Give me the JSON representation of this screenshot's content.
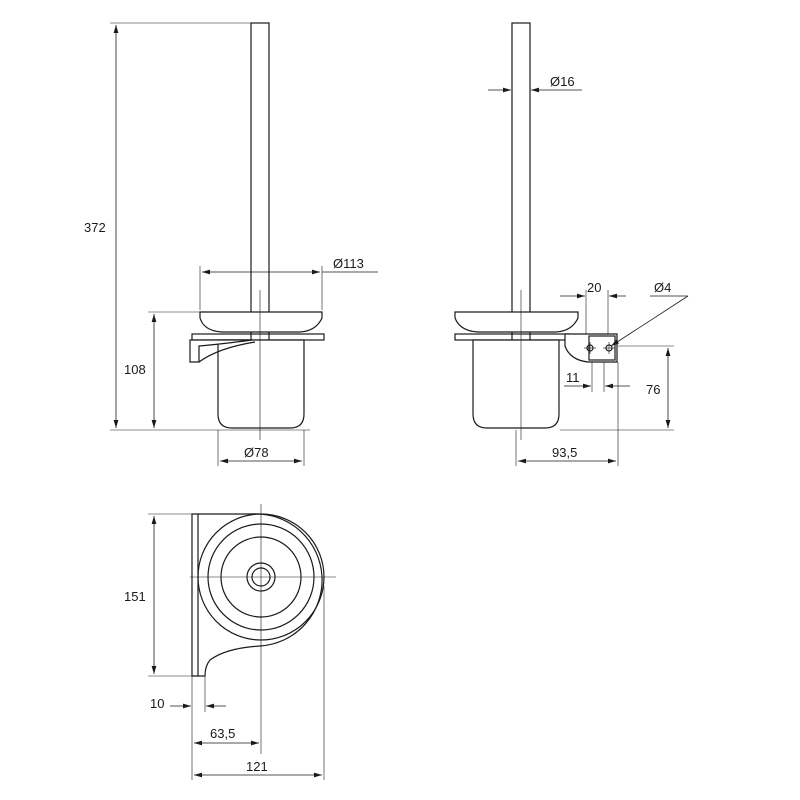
{
  "dimensions": {
    "total_height": "372",
    "holder_height": "108",
    "lid_diameter": "Ø113",
    "cup_diameter": "Ø78",
    "handle_diameter": "Ø16",
    "bracket_width": "20",
    "screw_hole": "Ø4",
    "wall_offset": "11",
    "mount_height": "76",
    "projection": "93,5",
    "base_depth": "151",
    "plate_thickness": "10",
    "center_distance": "63,5",
    "overall_depth": "121"
  }
}
